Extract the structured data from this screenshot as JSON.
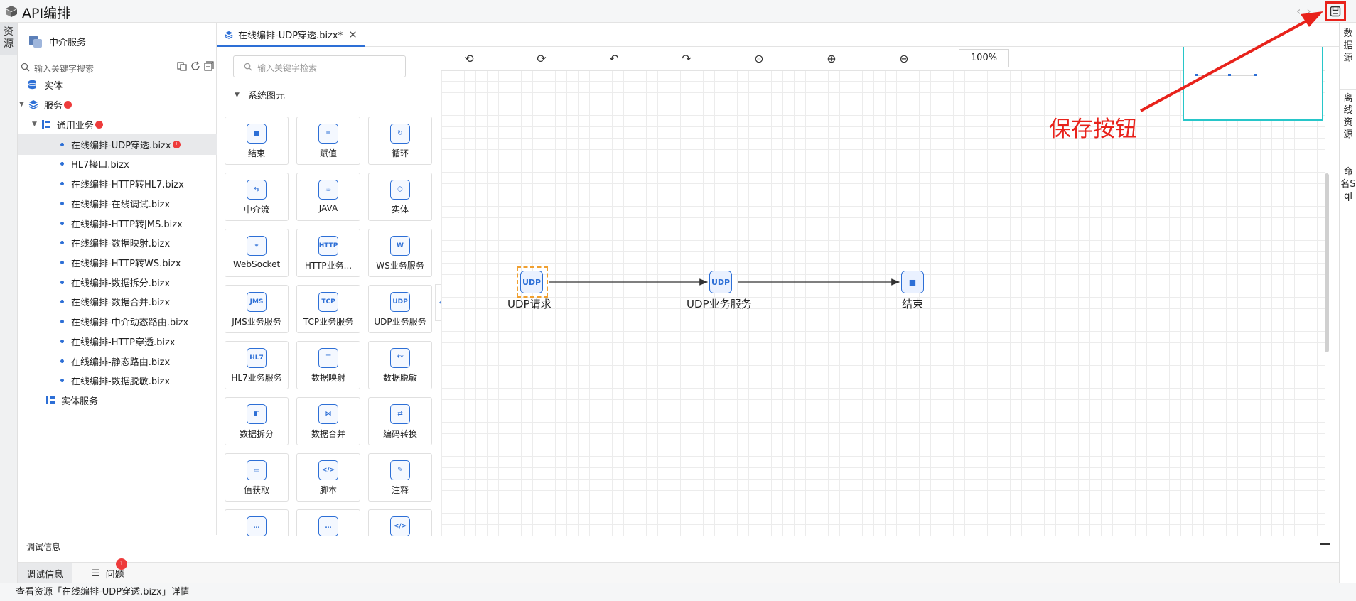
{
  "app": {
    "title": "API编排"
  },
  "titlebar": {
    "prev_icon": "chevron-left-icon",
    "next_icon": "chevron-right-icon",
    "save_icon": "save-icon"
  },
  "left_strip": {
    "tab_label": "资源"
  },
  "right_strip": {
    "tabs": [
      "数据源",
      "离线资源",
      "命名Sql"
    ]
  },
  "sidebar": {
    "header": "中介服务",
    "search_placeholder": "输入关键字搜索",
    "tree": [
      {
        "label": "实体",
        "level": 0,
        "icon": "database-icon"
      },
      {
        "label": "服务",
        "level": 0,
        "icon": "layers-icon",
        "badge": "!"
      },
      {
        "label": "通用业务",
        "level": 1,
        "icon": "flow-icon",
        "badge": "!"
      },
      {
        "label": "在线编排-UDP穿透.bizx",
        "level": 2,
        "badge": "!",
        "selected": true
      },
      {
        "label": "HL7接口.bizx",
        "level": 2
      },
      {
        "label": "在线编排-HTTP转HL7.bizx",
        "level": 2
      },
      {
        "label": "在线编排-在线调试.bizx",
        "level": 2
      },
      {
        "label": "在线编排-HTTP转JMS.bizx",
        "level": 2
      },
      {
        "label": "在线编排-数据映射.bizx",
        "level": 2
      },
      {
        "label": "在线编排-HTTP转WS.bizx",
        "level": 2
      },
      {
        "label": "在线编排-数据拆分.bizx",
        "level": 2
      },
      {
        "label": "在线编排-数据合并.bizx",
        "level": 2
      },
      {
        "label": "在线编排-中介动态路由.bizx",
        "level": 2
      },
      {
        "label": "在线编排-HTTP穿透.bizx",
        "level": 2
      },
      {
        "label": "在线编排-静态路由.bizx",
        "level": 2
      },
      {
        "label": "在线编排-数据脱敏.bizx",
        "level": 2
      },
      {
        "label": "实体服务",
        "level": 1,
        "icon": "flow-icon"
      }
    ]
  },
  "editor_tab": {
    "label": "在线编排-UDP穿透.bizx*"
  },
  "palette": {
    "search_placeholder": "输入关键字检索",
    "group_label": "系统图元",
    "items": [
      {
        "label": "结束",
        "glyph": "■"
      },
      {
        "label": "赋值",
        "glyph": "="
      },
      {
        "label": "循环",
        "glyph": "↻"
      },
      {
        "label": "中介流",
        "glyph": "⇆"
      },
      {
        "label": "JAVA",
        "glyph": "☕"
      },
      {
        "label": "实体",
        "glyph": "⬡"
      },
      {
        "label": "WebSocket",
        "glyph": "⚭"
      },
      {
        "label": "HTTP业务...",
        "glyph": "HTTP"
      },
      {
        "label": "WS业务服务",
        "glyph": "W"
      },
      {
        "label": "JMS业务服务",
        "glyph": "JMS"
      },
      {
        "label": "TCP业务服务",
        "glyph": "TCP"
      },
      {
        "label": "UDP业务服务",
        "glyph": "UDP"
      },
      {
        "label": "HL7业务服务",
        "glyph": "HL7"
      },
      {
        "label": "数据映射",
        "glyph": "☰"
      },
      {
        "label": "数据脱敏",
        "glyph": "**"
      },
      {
        "label": "数据拆分",
        "glyph": "◧"
      },
      {
        "label": "数据合并",
        "glyph": "⋈"
      },
      {
        "label": "编码转换",
        "glyph": "⇄"
      },
      {
        "label": "值获取",
        "glyph": "▭"
      },
      {
        "label": "脚本",
        "glyph": "</>"
      },
      {
        "label": "注释",
        "glyph": "✎"
      },
      {
        "label": "",
        "glyph": "…"
      },
      {
        "label": "",
        "glyph": "…"
      },
      {
        "label": "",
        "glyph": "</>"
      }
    ]
  },
  "toolbar": {
    "zoom": "100%"
  },
  "canvas": {
    "nodes": [
      {
        "label": "UDP请求",
        "glyph": "UDP"
      },
      {
        "label": "UDP业务服务",
        "glyph": "UDP"
      },
      {
        "label": "结束",
        "glyph": "■"
      }
    ]
  },
  "annotation": {
    "text": "保存按钮",
    "color": "#e8221b"
  },
  "debug": {
    "header": "调试信息",
    "tabs": [
      "调试信息",
      "问题"
    ],
    "problem_count": "1"
  },
  "statusbar": {
    "text": "查看资源「在线编排-UDP穿透.bizx」详情"
  },
  "colors": {
    "accent": "#2d6fd6",
    "alert": "#e8221b",
    "minimap": "#27c6c9"
  }
}
